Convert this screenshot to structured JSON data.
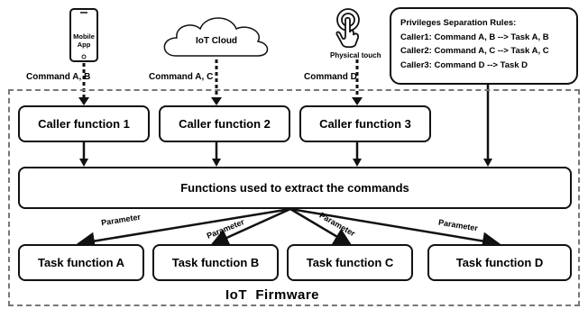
{
  "sources": {
    "mobile_app": "Mobile App",
    "iot_cloud": "IoT Cloud",
    "physical_touch": "Physical touch"
  },
  "commands": {
    "c1": "Command A, B",
    "c2": "Command A, C",
    "c3": "Command D"
  },
  "callers": {
    "c1": "Caller function 1",
    "c2": "Caller function 2",
    "c3": "Caller function 3"
  },
  "extract_label": "Functions used to extract the commands",
  "parameter_label": "Parameter",
  "tasks": {
    "a": "Task function A",
    "b": "Task function B",
    "c": "Task function C",
    "d": "Task function D"
  },
  "firmware_label": "IoT  Firmware",
  "rules": {
    "title": "Privileges Separation Rules:",
    "line1": "Caller1: Command A, B --> Task A, B",
    "line2": "Caller2: Command A, C --> Task A, C",
    "line3": "Caller3: Command D --> Task D"
  },
  "colors": {
    "stroke": "#111111",
    "dashed_border": "#777777"
  }
}
